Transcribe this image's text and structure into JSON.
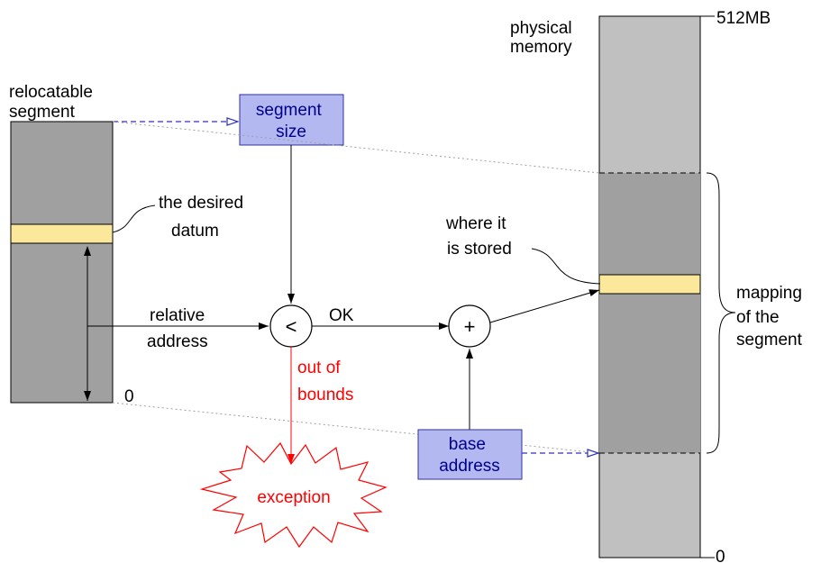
{
  "labels": {
    "relocatable_segment": [
      "relocatable",
      "segment"
    ],
    "desired_datum": [
      "the desired",
      "datum"
    ],
    "relative_address": [
      "relative",
      "address"
    ],
    "segment_zero": "0",
    "segment_size": [
      "segment",
      "size"
    ],
    "less_than": "<",
    "ok": "OK",
    "plus": "+",
    "out_of_bounds": [
      "out of",
      "bounds"
    ],
    "exception": "exception",
    "base_address": [
      "base",
      "address"
    ],
    "physical_memory": [
      "physical",
      "memory"
    ],
    "memory_top": "512MB",
    "memory_bottom": "0",
    "where_stored": [
      "where it",
      "is stored"
    ],
    "mapping": [
      "mapping",
      "of the",
      "segment"
    ]
  },
  "colors": {
    "segment_fill": "#a0a0a0",
    "memory_fill": "#c0c0c0",
    "mapped_region_fill": "#a0a0a0",
    "datum_fill": "#fbe89a",
    "box_fill": "#b4b8f0",
    "box_stroke": "#3030a0",
    "box_text": "#00008b",
    "dashed_arrow": "#3030c0",
    "error_text": "#ff0000",
    "dotted_line": "#a0a0a0"
  }
}
